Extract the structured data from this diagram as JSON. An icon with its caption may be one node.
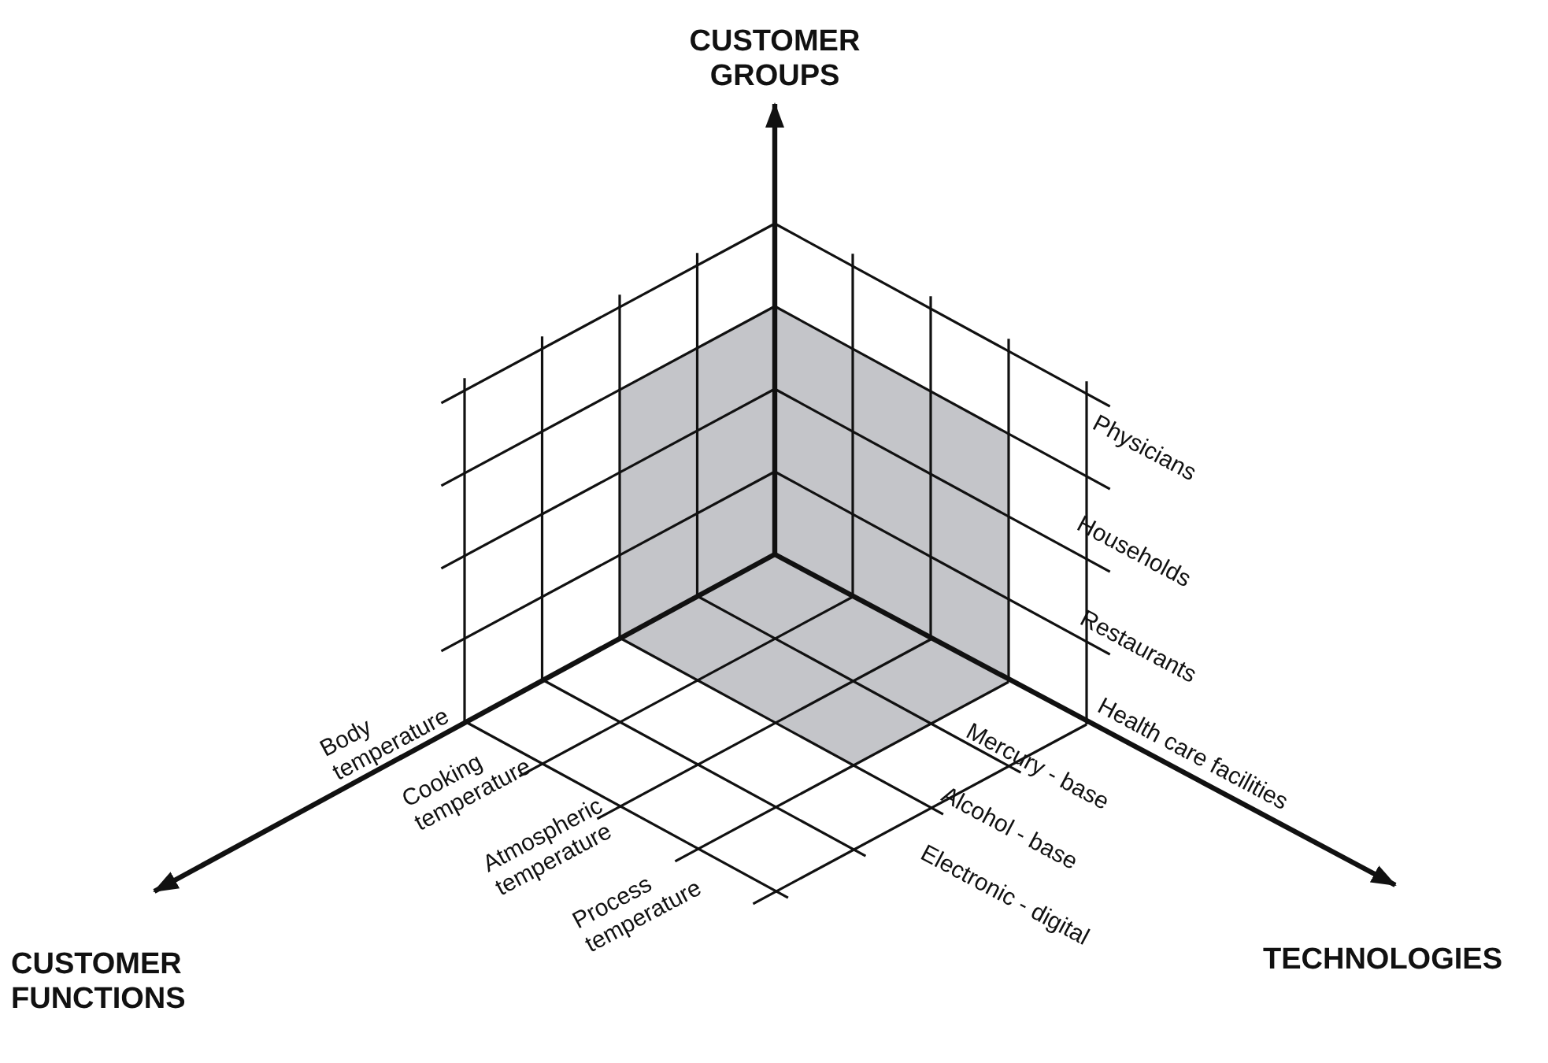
{
  "diagram": {
    "labels": [
      "CUSTOMER GROUPS",
      "Physicians",
      "Households",
      "Restaurants",
      "Health care facilities",
      "Mercury - base",
      "Body temperature",
      "Cooking temperature",
      "Alcohol - base",
      "Atmospheric temperature",
      "Electronic - digital",
      "Process temperature",
      "CUSTOMER FUNCTIONS",
      "TECHNOLOGIES"
    ]
  }
}
